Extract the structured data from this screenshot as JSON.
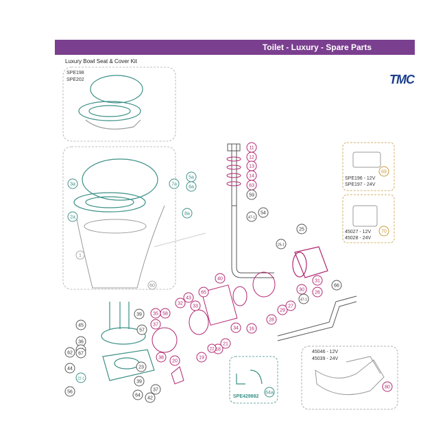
{
  "header": {
    "title": "Toilet - Luxury - Spare Parts"
  },
  "kit": {
    "title": "Luxury Bowl Seat & Cover Kit",
    "codes": [
      "SPE198",
      "SPE202"
    ]
  },
  "brand": {
    "name": "TMC"
  },
  "pump_kits": [
    {
      "codes": [
        "SPE196 - 12V",
        "SPE197 - 24V"
      ],
      "part": "69"
    },
    {
      "codes": [
        "45027 - 12V",
        "45028 - 24V"
      ],
      "part": "70"
    },
    {
      "codes": [
        "45046 - 12V",
        "45039 - 24V"
      ],
      "part": "80"
    }
  ],
  "hose_kit": {
    "code": "SPE429882"
  },
  "part_labels": {
    "p1": "1",
    "p2a": "2a",
    "p3a": "3a",
    "p5a": "5a",
    "p6a": "6a",
    "p7a": "7a",
    "p8a": "8a",
    "p60": "60",
    "p11": "11",
    "p12": "12",
    "p13": "13",
    "p14": "14",
    "p63": "63",
    "p59": "59",
    "p54": "54",
    "p47a": "47-1",
    "p25": "25",
    "p251": "25-1",
    "p31": "31",
    "p26": "26",
    "p66": "66",
    "p30": "30",
    "p47b": "47-1",
    "p40": "40",
    "p65": "65",
    "p43": "43",
    "p32": "32",
    "p33": "33",
    "p35": "35",
    "p58": "58",
    "p37": "37",
    "p29": "29",
    "p27": "27",
    "p28": "28",
    "p16": "16",
    "p34": "34",
    "p21": "21",
    "p18": "18",
    "p19": "19",
    "p20": "20",
    "p22": "22",
    "p38": "38",
    "p36": "36",
    "p39": "39",
    "p57": "57",
    "p45": "45",
    "p46": "46",
    "p62": "62",
    "p67": "67",
    "p44": "44",
    "p221": "22-1",
    "p56": "56",
    "p23": "23",
    "p64": "64",
    "p37b": "37",
    "p42": "42",
    "p39b": "39",
    "p64a": "64a"
  },
  "colors": {
    "accent": "#7b3f8f",
    "brand": "#1a3e8c",
    "teal": "#3a8f86",
    "magenta": "#b0246f",
    "kit_border": "#c99a3a"
  }
}
